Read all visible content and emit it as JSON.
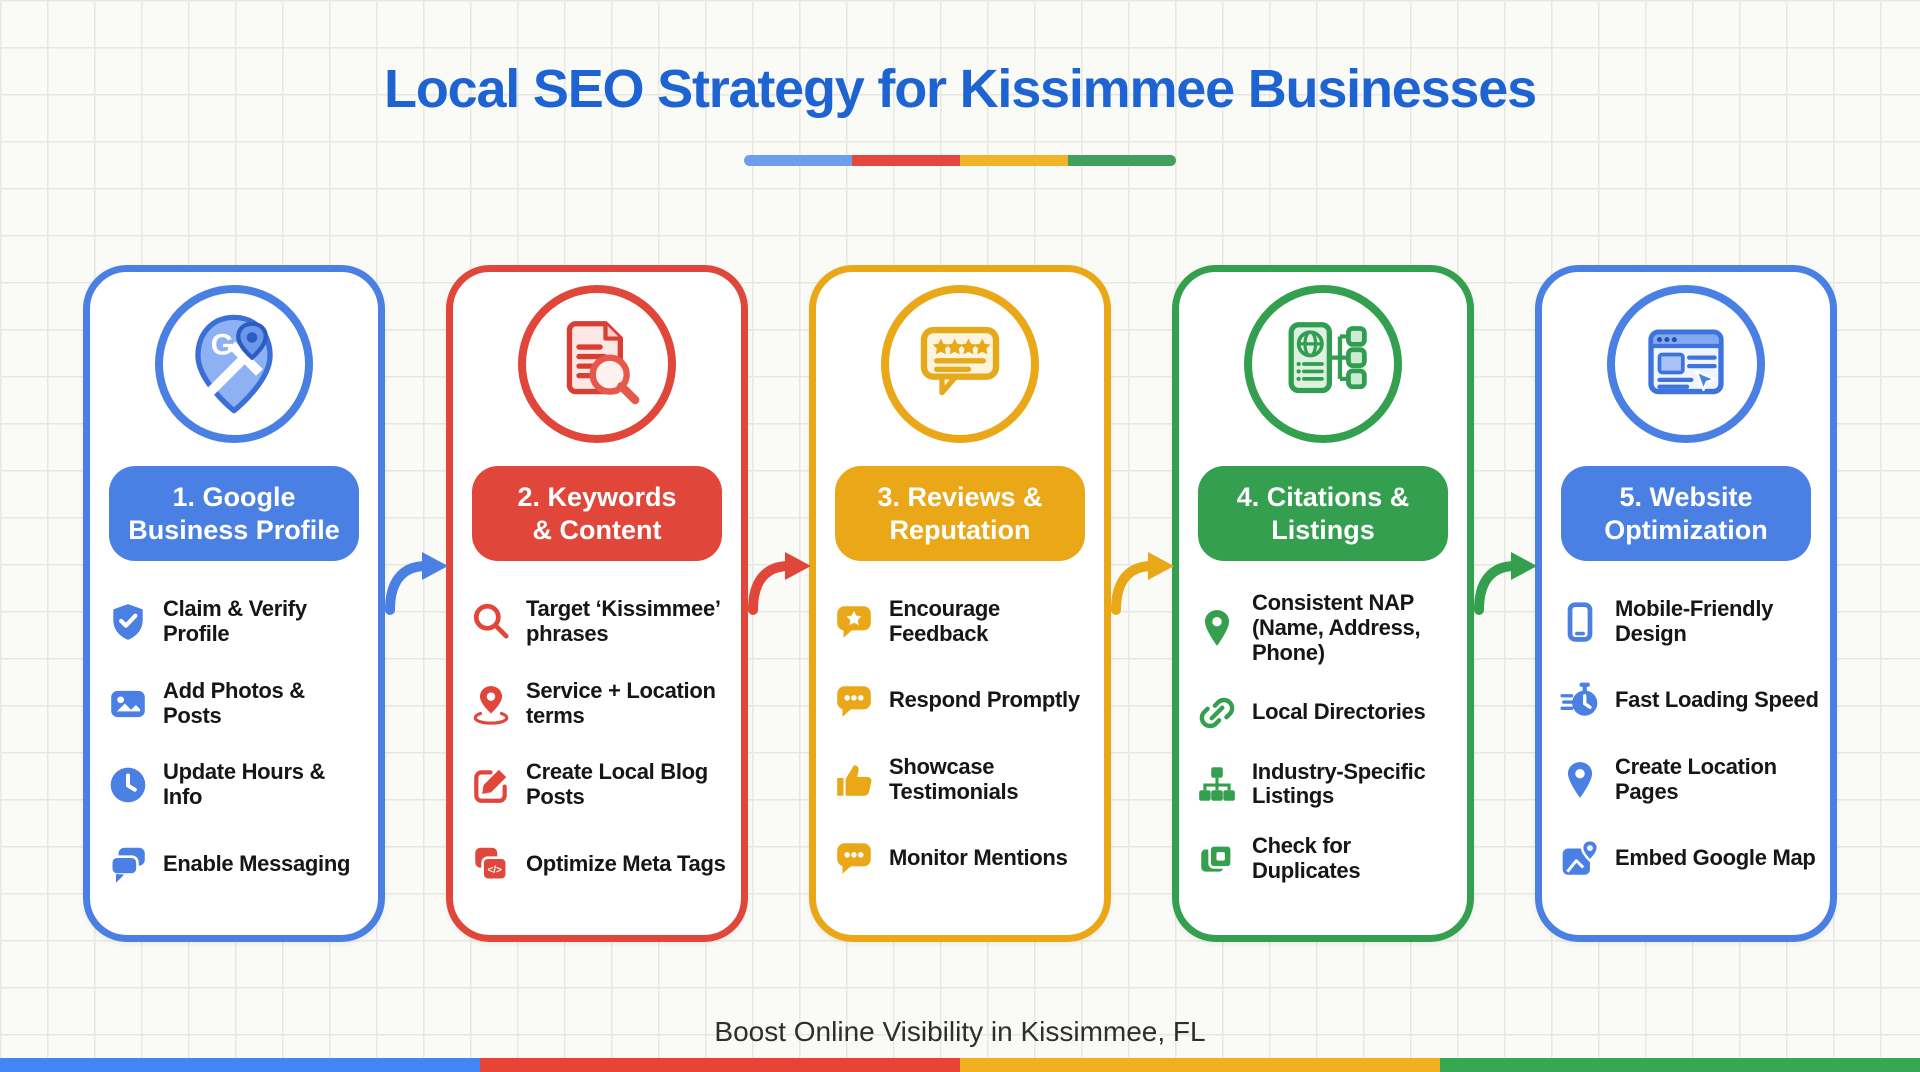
{
  "title": "Local SEO Strategy for Kissimmee Businesses",
  "footer": "Boost Online Visibility in Kissimmee, FL",
  "colors": {
    "title_blue": "#1d64d2",
    "card_blue": "#4a80e4",
    "card_red": "#e1463a",
    "card_yellow": "#eaa819",
    "card_green": "#34a04f",
    "divider": [
      "#6d9eee",
      "#e4483c",
      "#f0b429",
      "#43a05c"
    ],
    "bottom_bar": [
      "#4285F4",
      "#E94335",
      "#F2B01E",
      "#34A853"
    ]
  },
  "arrows": [
    {
      "name": "arrow-1-2",
      "color": "#4a80e4"
    },
    {
      "name": "arrow-2-3",
      "color": "#e1463a"
    },
    {
      "name": "arrow-3-4",
      "color": "#eaa819"
    },
    {
      "name": "arrow-4-5",
      "color": "#34a04f"
    }
  ],
  "cards": [
    {
      "accent": "#4a80e4",
      "icon": "google-maps-pin-icon",
      "heading": {
        "line1": "1. Google",
        "line2": "Business Profile"
      },
      "items": [
        {
          "icon": "shield-check-icon",
          "text": "Claim & Verify Profile"
        },
        {
          "icon": "photos-icon",
          "text": "Add Photos & Posts"
        },
        {
          "icon": "clock-icon",
          "text": "Update Hours & Info"
        },
        {
          "icon": "messaging-icon",
          "text": "Enable Messaging"
        }
      ]
    },
    {
      "accent": "#e1463a",
      "icon": "document-search-icon",
      "heading": {
        "line1": "2. Keywords",
        "line2": "& Content"
      },
      "items": [
        {
          "icon": "search-icon",
          "text": "Target ‘Kissimmee’ phrases"
        },
        {
          "icon": "location-pin-base-icon",
          "text": "Service + Location terms"
        },
        {
          "icon": "edit-icon",
          "text": "Create Local Blog Posts"
        },
        {
          "icon": "meta-tags-icon",
          "text": "Optimize Meta Tags"
        }
      ]
    },
    {
      "accent": "#eaa819",
      "icon": "review-bubble-icon",
      "heading": {
        "line1": "3. Reviews &",
        "line2": "Reputation"
      },
      "items": [
        {
          "icon": "star-bubble-icon",
          "text": "Encourage Feedback"
        },
        {
          "icon": "chat-dots-icon",
          "text": "Respond Promptly"
        },
        {
          "icon": "thumbs-up-icon",
          "text": "Showcase Testimonials"
        },
        {
          "icon": "chat-dots-icon",
          "text": "Monitor Mentions"
        }
      ]
    },
    {
      "accent": "#34a04f",
      "icon": "citations-listings-icon",
      "heading": {
        "line1": "4. Citations &",
        "line2": "Listings"
      },
      "items": [
        {
          "icon": "location-pin-icon",
          "text": "Consistent NAP (Name, Address, Phone)"
        },
        {
          "icon": "link-icon",
          "text": "Local Directories"
        },
        {
          "icon": "sitemap-icon",
          "text": "Industry-Specific Listings"
        },
        {
          "icon": "duplicates-icon",
          "text": "Check for Duplicates"
        }
      ]
    },
    {
      "accent": "#4a80e4",
      "icon": "website-browser-icon",
      "heading": {
        "line1": "5. Website",
        "line2": "Optimization"
      },
      "items": [
        {
          "icon": "mobile-icon",
          "text": "Mobile-Friendly Design"
        },
        {
          "icon": "speed-icon",
          "text": "Fast Loading Speed"
        },
        {
          "icon": "location-pin-icon",
          "text": "Create Location Pages"
        },
        {
          "icon": "map-embed-icon",
          "text": "Embed Google Map"
        }
      ]
    }
  ]
}
